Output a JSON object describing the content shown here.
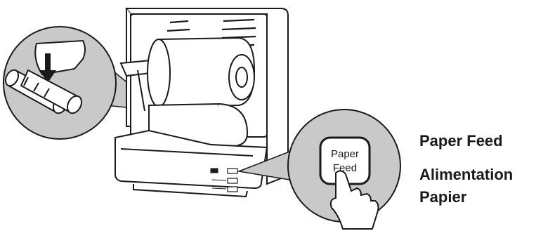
{
  "button": {
    "line1": "Paper",
    "line2": "Feed"
  },
  "captions": {
    "english": "Paper Feed",
    "french_line1": "Alimentation",
    "french_line2": "Papier"
  },
  "colors": {
    "callout_fill": "#c9c9c9",
    "outline": "#1a1a1a",
    "background": "#ffffff"
  }
}
